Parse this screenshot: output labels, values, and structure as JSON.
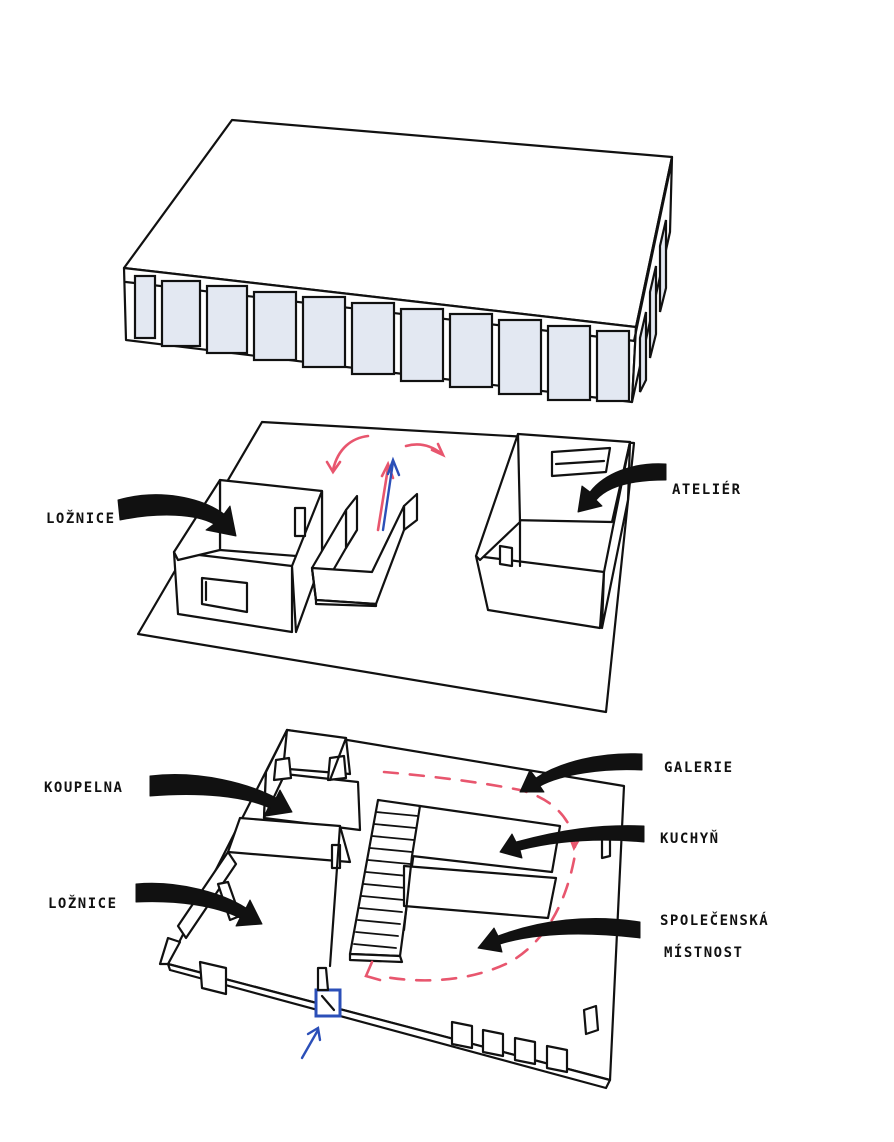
{
  "labels": {
    "loznice_top": "LOŽNICE",
    "atelier": "ATELIÉR",
    "koupelna": "KOUPELNA",
    "galerie": "GALERIE",
    "kuchyn": "KUCHYŇ",
    "spolecenska": "SPOLEČENSKÁ",
    "mistnost": "MÍSTNOST",
    "loznice_bottom": "LOŽNICE"
  },
  "colors": {
    "ink": "#111111",
    "glass": "#e3e8f2",
    "circulation": "#e8566e",
    "entrance": "#2b4fb8"
  }
}
